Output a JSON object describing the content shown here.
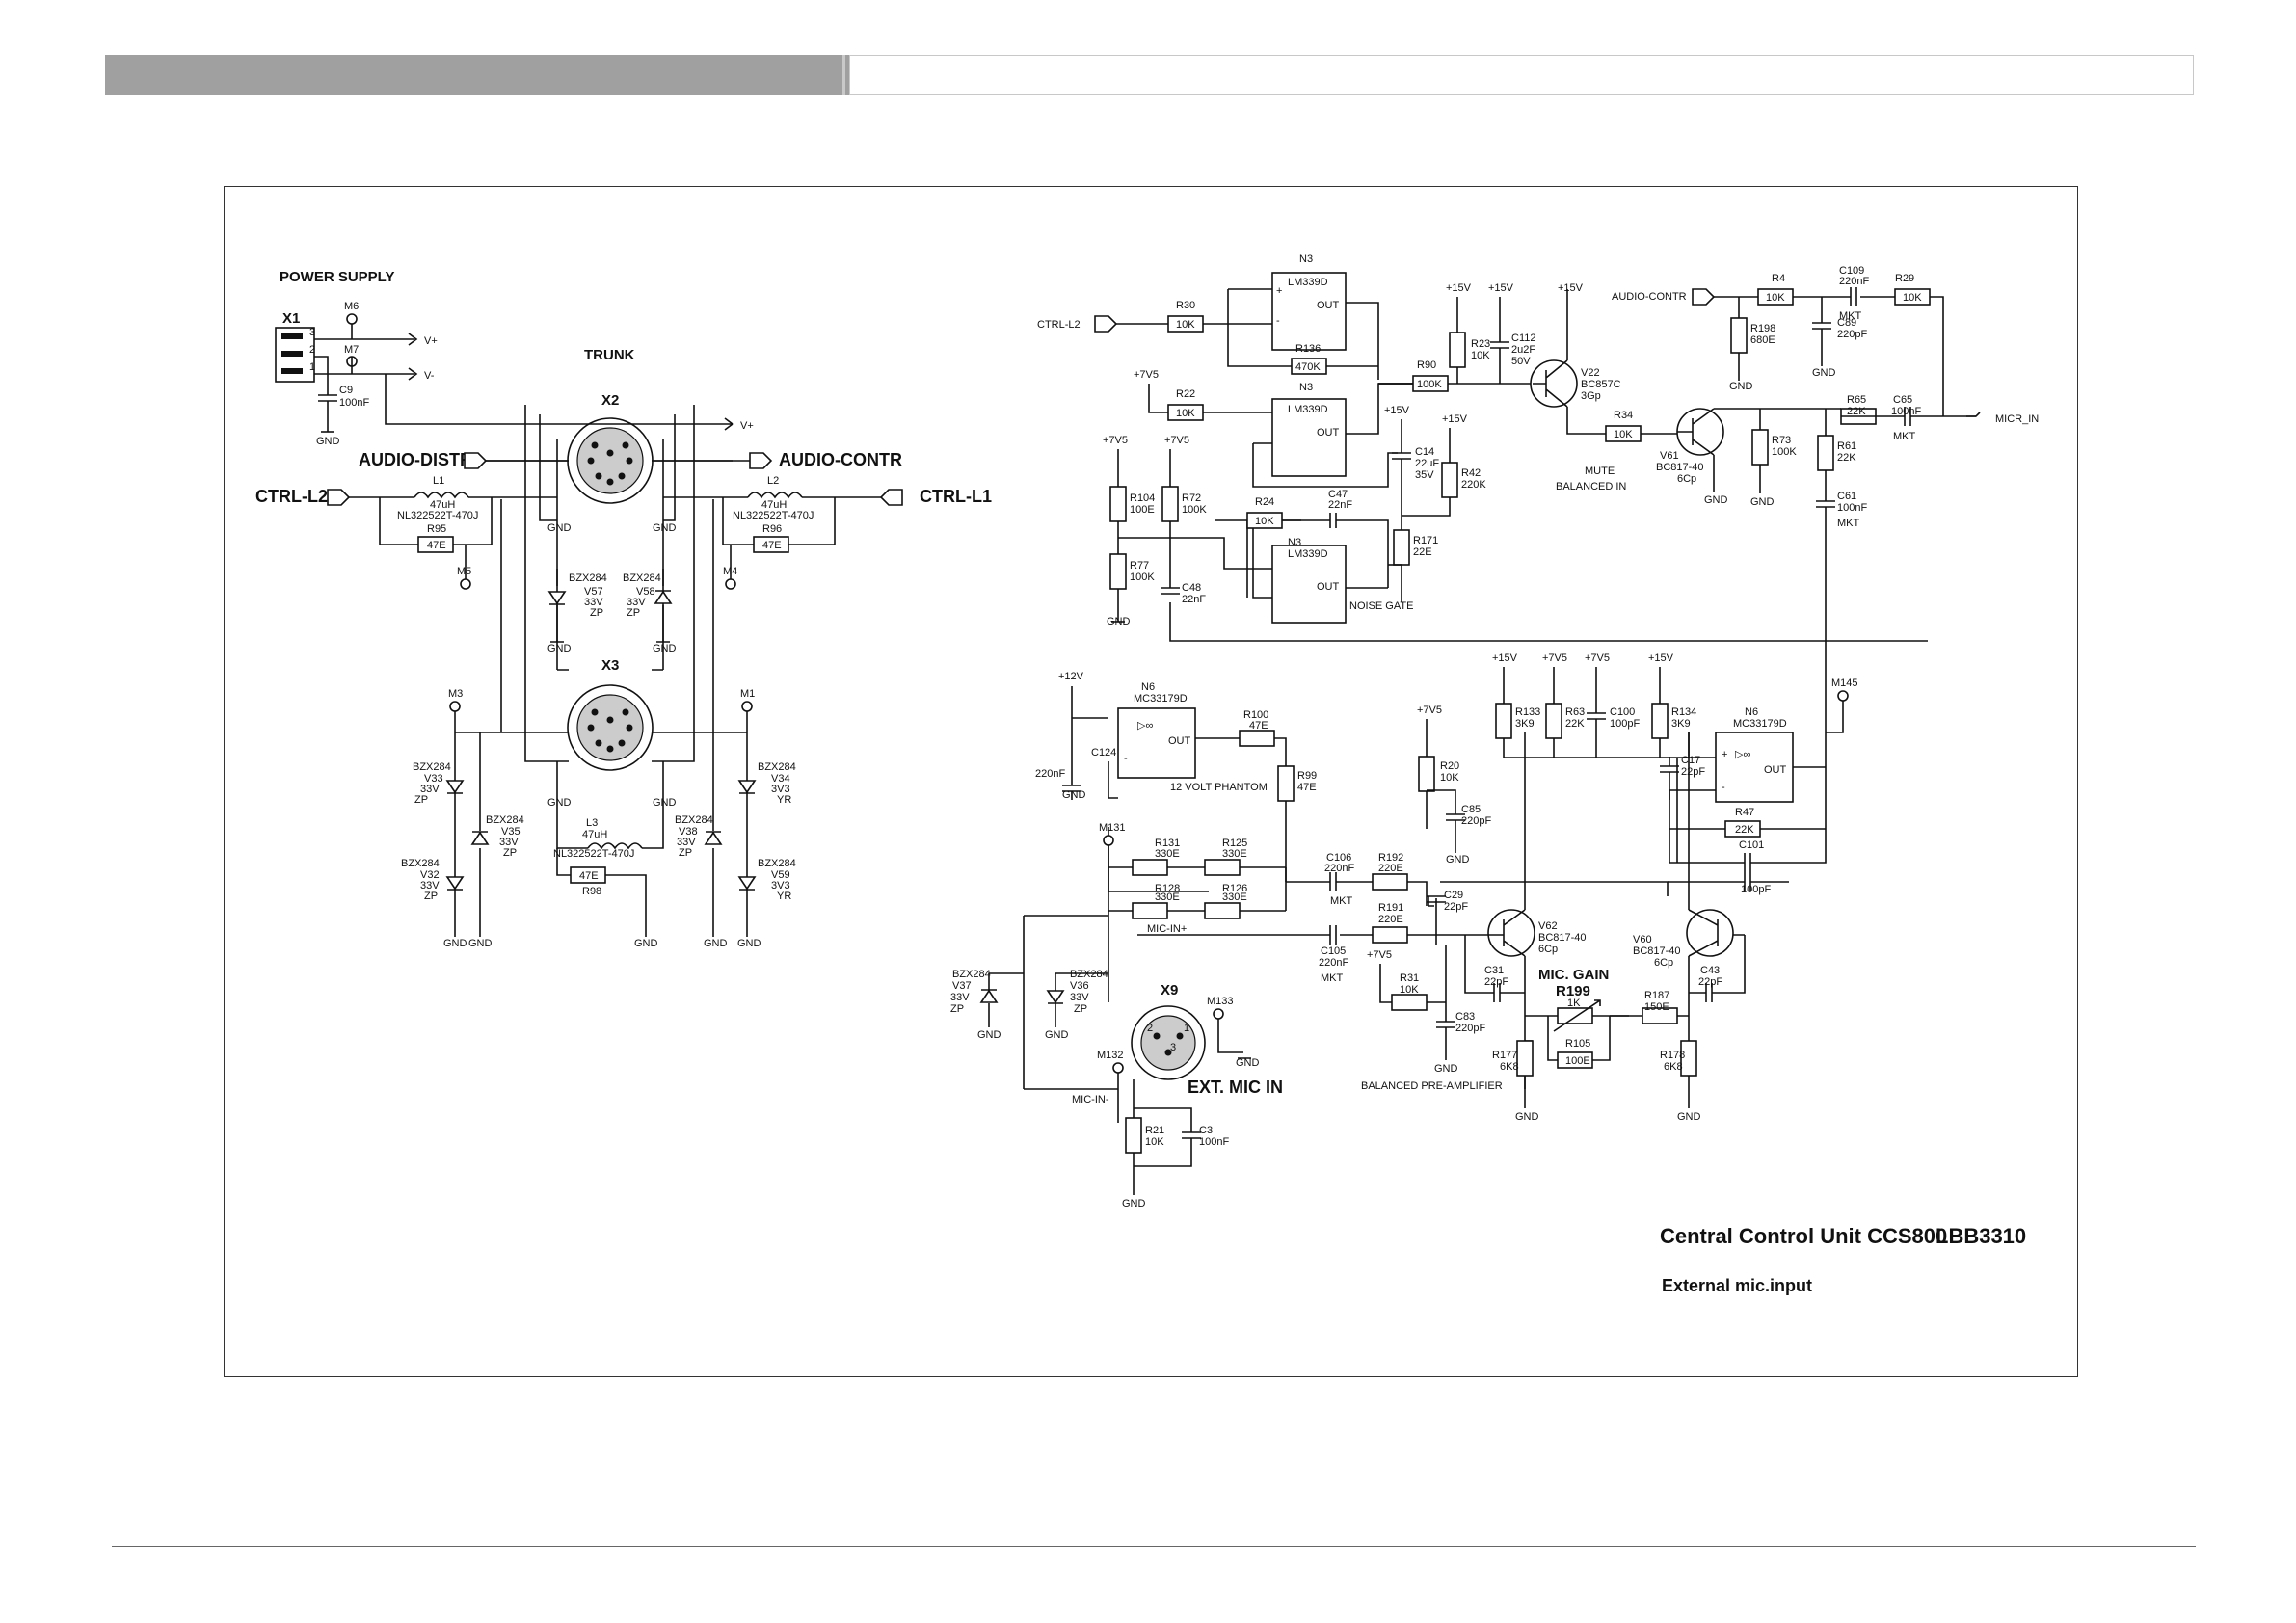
{
  "sheet": {
    "title": "Central Control Unit CCS800",
    "model": "LBB3310",
    "subtitle": "External mic.input"
  },
  "sections": {
    "power_supply": "POWER SUPPLY",
    "trunk": "TRUNK",
    "noise_gate": "NOISE GATE",
    "mute": "MUTE",
    "balanced_in": "BALANCED IN",
    "phantom": "12 VOLT PHANTOM",
    "preamp": "BALANCED PRE-AMPLIFIER",
    "mic_gain": "MIC. GAIN",
    "ext_mic_in": "EXT. MIC IN"
  },
  "connectors": {
    "x1": "X1",
    "x2": "X2",
    "x3": "X3",
    "x9": "X9",
    "audio_distr": "AUDIO-DISTR",
    "audio_contr_big": "AUDIO-CONTR",
    "ctrl_l2_big": "CTRL-L2",
    "ctrl_l1_big": "CTRL-L1",
    "ctrl_l2": "CTRL-L2",
    "audio_contr": "AUDIO-CONTR",
    "micr_in": "MICR_IN",
    "mic_in_plus": "MIC-IN+",
    "mic_in_minus": "MIC-IN-"
  },
  "rails": {
    "vplus": "V+",
    "vminus": "V-",
    "gnd": "GND",
    "p15": "+15V",
    "p7v5": "+7V5",
    "p12": "+12V"
  },
  "test_points": [
    "M6",
    "M7",
    "M5",
    "M4",
    "M3",
    "M1",
    "M145",
    "M131",
    "M133",
    "M132"
  ],
  "parts": {
    "n3": "N3",
    "n6": "N6",
    "lm339": "LM339D",
    "mc33179": "MC33179D",
    "r30": "R30",
    "k10": "10K",
    "r136": "R136",
    "k470": "470K",
    "r22": "R22",
    "r90": "R90",
    "k100": "100K",
    "r23": "R23",
    "c112": "C112",
    "c112v": "2u2F",
    "v50": "50V",
    "v22": "V22",
    "bc857": "BC857C",
    "g3": "3Gp",
    "r34": "R34",
    "r42": "R42",
    "k220": "220K",
    "c14": "C14",
    "c14v": "22uF",
    "v35": "35V",
    "r104": "R104",
    "e100": "100E",
    "r72": "R72",
    "r77": "R77",
    "c48": "C48",
    "p22": "22pF",
    "r24": "R24",
    "c47": "C47",
    "n22": "22nF",
    "r171": "R171",
    "e22": "22E",
    "r4": "R4",
    "r198": "R198",
    "e680": "680E",
    "c109": "C109",
    "n220": "220nF",
    "c89": "C89",
    "p220": "220pF",
    "mkt": "MKT",
    "r29": "R29",
    "v61": "V61",
    "bc817": "BC817-40",
    "cp6": "6Cp",
    "r73": "R73",
    "r61": "R61",
    "k22": "22K",
    "r65": "R65",
    "c65": "C65",
    "n100": "100nF",
    "c61": "C61",
    "l1": "L1",
    "uh47": "47uH",
    "nl": "NL322522T-470J",
    "r95": "R95",
    "e47": "47E",
    "l2": "L2",
    "r96": "R96",
    "l3": "L3",
    "r98": "R98",
    "c9": "C9",
    "bzx": "BZX284",
    "v57": "V57",
    "v58": "V58",
    "v33": "V33",
    "v35d": "V35",
    "v32": "V32",
    "v38": "V38",
    "v34": "V34",
    "v59": "V59",
    "v37": "V37",
    "v36": "V36",
    "z33": "33V",
    "zp": "ZP",
    "z3v3": "3V3",
    "yr": "YR",
    "r100": "R100",
    "r99": "R99",
    "c124": "C124",
    "r131": "R131",
    "e330": "330E",
    "r125": "R125",
    "r128": "R128",
    "r126": "R126",
    "c106": "C106",
    "r192": "R192",
    "e220": "220E",
    "c105": "C105",
    "r191": "R191",
    "r20": "R20",
    "c85": "C85",
    "c29": "C29",
    "r31": "R31",
    "c83": "C83",
    "v62": "V62",
    "c31": "C31",
    "r199": "R199",
    "k1": "1K",
    "r105": "R105",
    "r177": "R177",
    "k6k8": "6K8",
    "r187": "R187",
    "e150": "150E",
    "r178": "R178",
    "c43": "C43",
    "v60": "V60",
    "r133": "R133",
    "k3k9": "3K9",
    "r63": "R63",
    "c100": "C100",
    "p100": "100pF",
    "r134": "R134",
    "c17": "C17",
    "r47": "R47",
    "c101": "C101",
    "r21": "R21",
    "c3": "C3",
    "out": "OUT",
    "plus": "+",
    "minus": "-",
    "inf": "▷∞"
  }
}
